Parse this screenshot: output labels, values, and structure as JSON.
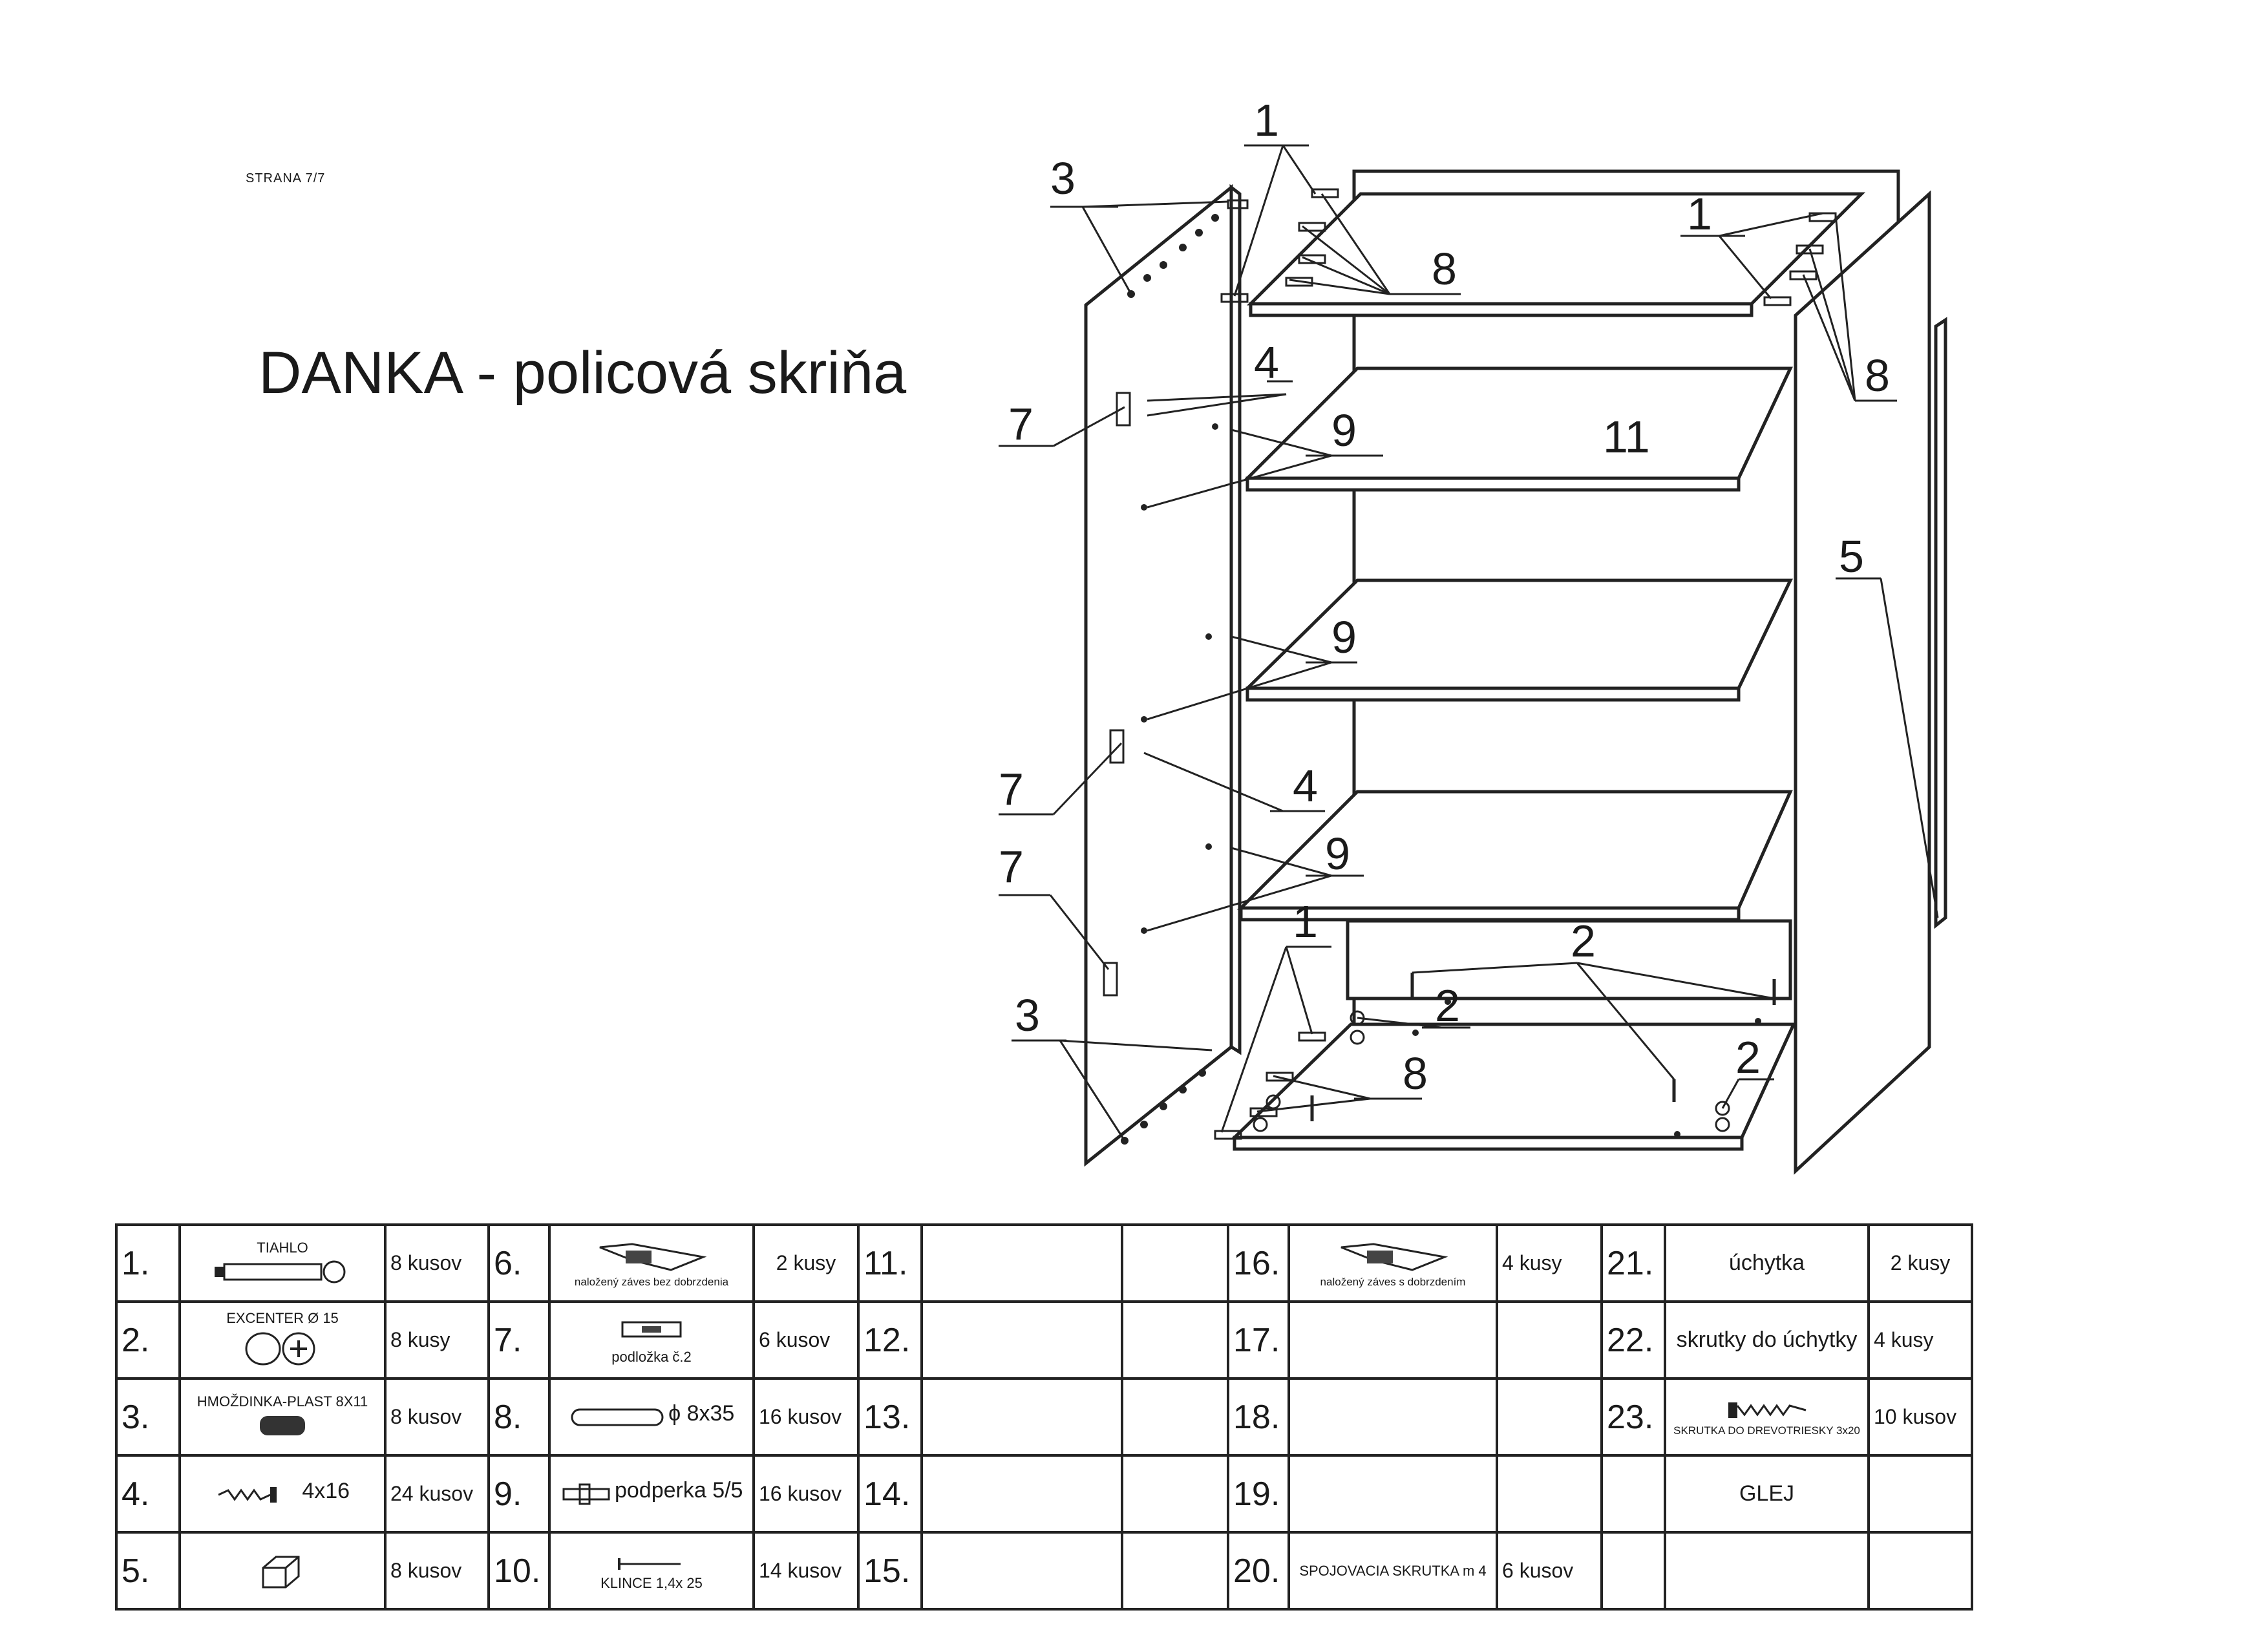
{
  "header": {
    "page_label": "STRANA 7/7",
    "title": "DANKA - policová skriňa"
  },
  "callouts": {
    "c1": "1",
    "c2": "2",
    "c3": "3",
    "c4": "4",
    "c5": "5",
    "c7": "7",
    "c8": "8",
    "c9": "9",
    "c11": "11"
  },
  "parts": {
    "p1": {
      "no": "1.",
      "name": "TIAHLO",
      "qty": "8 kusov"
    },
    "p2": {
      "no": "2.",
      "name": "EXCENTER Ø 15",
      "qty": "8 kusy"
    },
    "p3": {
      "no": "3.",
      "name": "HMOŽDINKA-PLAST 8X11",
      "qty": "8 kusov"
    },
    "p4": {
      "no": "4.",
      "name": "4x16",
      "qty": "24 kusov"
    },
    "p5": {
      "no": "5.",
      "qty": "8 kusov"
    },
    "p6": {
      "no": "6.",
      "name": "naložený záves bez dobrzdenia",
      "qty": "2 kusy"
    },
    "p7": {
      "no": "7.",
      "name": "podložka č.2",
      "qty": "6 kusov"
    },
    "p8": {
      "no": "8.",
      "name": "ϕ 8x35",
      "qty": "16 kusov"
    },
    "p9": {
      "no": "9.",
      "name": "podperka 5/5",
      "qty": "16 kusov"
    },
    "p10": {
      "no": "10.",
      "name": "KLINCE 1,4x 25",
      "qty": "14 kusov"
    },
    "p11": {
      "no": "11."
    },
    "p12": {
      "no": "12."
    },
    "p13": {
      "no": "13."
    },
    "p14": {
      "no": "14."
    },
    "p15": {
      "no": "15."
    },
    "p16": {
      "no": "16.",
      "name": "naložený záves s dobrzdením",
      "qty": "4 kusy"
    },
    "p17": {
      "no": "17."
    },
    "p18": {
      "no": "18."
    },
    "p19": {
      "no": "19."
    },
    "p20": {
      "no": "20.",
      "name": "SPOJOVACIA SKRUTKA m 4",
      "qty": "6 kusov"
    },
    "p21": {
      "no": "21.",
      "name": "úchytka",
      "qty": "2 kusy"
    },
    "p22": {
      "no": "22.",
      "name": "skrutky do úchytky",
      "qty": "4 kusy"
    },
    "p23": {
      "no": "23.",
      "name": "SKRUTKA DO DREVOTRIESKY 3x20",
      "qty": "10 kusov"
    },
    "glue": {
      "name": "GLEJ"
    }
  }
}
